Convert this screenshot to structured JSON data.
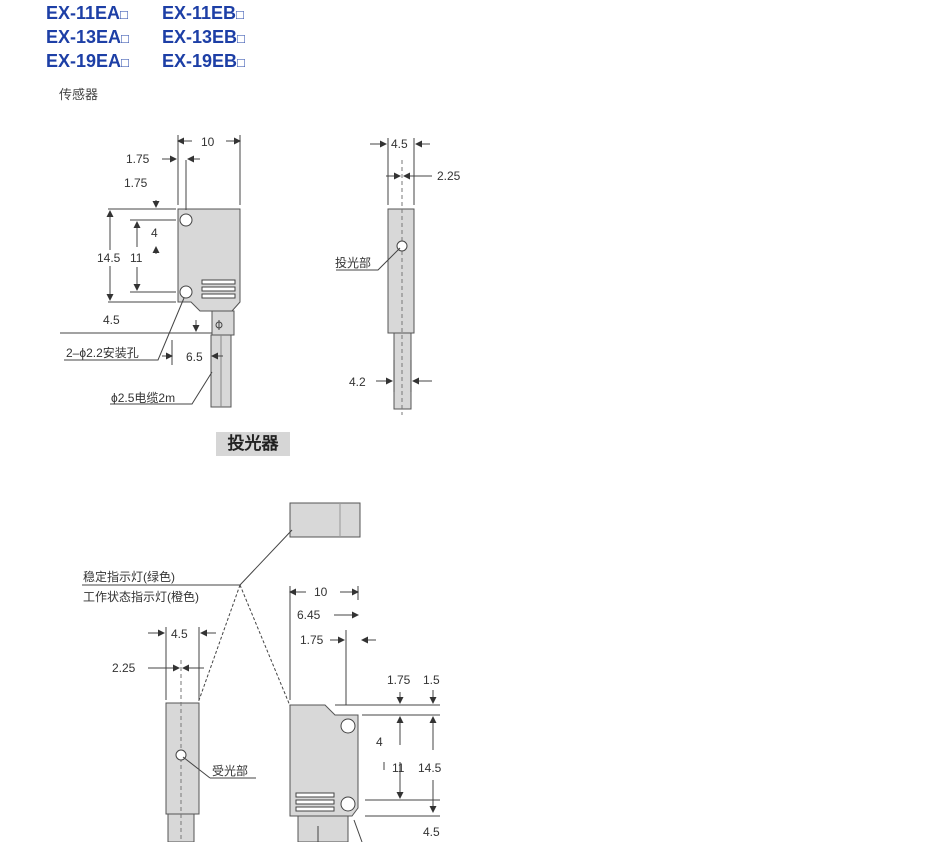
{
  "models": [
    {
      "a": "EX-11EA",
      "b": "EX-11EB"
    },
    {
      "a": "EX-13EA",
      "b": "EX-13EB"
    },
    {
      "a": "EX-19EA",
      "b": "EX-19EB"
    }
  ],
  "model_suffix": "□",
  "subtitle": "传感器",
  "emitter": {
    "caption": "投光器",
    "front": {
      "d_width": "10",
      "d_175a": "1.75",
      "d_175b": "1.75",
      "d_145": "14.5",
      "d_11": "11",
      "d_4": "4",
      "d_45": "4.5",
      "d_65": "6.5",
      "mount_hole": "2–ϕ2.2安装孔",
      "cable": "ϕ2.5电缆2m"
    },
    "side": {
      "d_45": "4.5",
      "d_225": "2.25",
      "d_42": "4.2",
      "emit_label": "投光部"
    }
  },
  "receiver": {
    "stable_indicator": "稳定指示灯(绿色)",
    "op_indicator": "工作状态指示灯(橙色)",
    "side": {
      "d_45": "4.5",
      "d_225": "2.25",
      "recv_label": "受光部"
    },
    "front": {
      "d_width": "10",
      "d_645": "6.45",
      "d_175a": "1.75",
      "d_175b": "1.75",
      "d_15": "1.5",
      "d_4": "4",
      "d_11": "11",
      "d_145": "14.5",
      "d_45": "4.5"
    }
  }
}
